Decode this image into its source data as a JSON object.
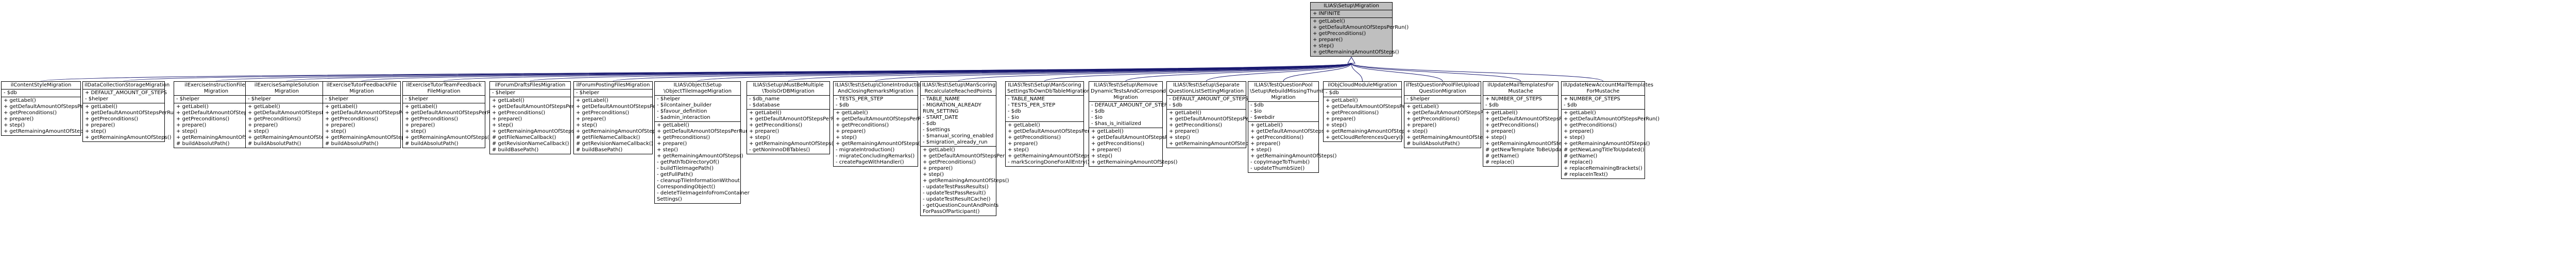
{
  "root": {
    "title": "ILIAS\\Setup\\Migration",
    "attrs": [
      "+ INFINITE"
    ],
    "methods": [
      "+ getLabel()",
      "+ getDefaultAmountOfStepsPerRun()",
      "+ getPreconditions()",
      "+ prepare()",
      "+ step()",
      "+ getRemainingAmountOfSteps()"
    ]
  },
  "classes": [
    {
      "title": "ilContentStyleMigration",
      "attrs": [
        "- $db"
      ],
      "methods": [
        "+ getLabel()",
        "+ getDefaultAmountOfStepsPerRun()",
        "+ getPreconditions()",
        "+ prepare()",
        "+ step()",
        "+ getRemainingAmountOfSteps()"
      ]
    },
    {
      "title": "ilDataCollectionStorageMigration",
      "attrs": [
        "+ DEFAULT_AMOUNT_OF_STEPS",
        "- $helper"
      ],
      "methods": [
        "+ getLabel()",
        "+ getDefaultAmountOfStepsPerRun()",
        "+ getPreconditions()",
        "+ prepare()",
        "+ step()",
        "+ getRemainingAmountOfSteps()"
      ]
    },
    {
      "title": "ilExerciseInstructionFiles\nMigration",
      "attrs": [
        "- $helper"
      ],
      "methods": [
        "+ getLabel()",
        "+ getDefaultAmountOfStepsPerRun()",
        "+ getPreconditions()",
        "+ prepare()",
        "+ step()",
        "+ getRemainingAmountOfSteps()",
        "# buildAbsolutPath()"
      ]
    },
    {
      "title": "ilExerciseSampleSolution\nMigration",
      "attrs": [
        "- $helper"
      ],
      "methods": [
        "+ getLabel()",
        "+ getDefaultAmountOfStepsPerRun()",
        "+ getPreconditions()",
        "+ prepare()",
        "+ step()",
        "+ getRemainingAmountOfSteps()",
        "# buildAbsolutPath()"
      ]
    },
    {
      "title": "ilExerciseTutorFeedbackFile\nMigration",
      "attrs": [
        "- $helper"
      ],
      "methods": [
        "+ getLabel()",
        "+ getDefaultAmountOfStepsPerRun()",
        "+ getPreconditions()",
        "+ prepare()",
        "+ step()",
        "+ getRemainingAmountOfSteps()",
        "# buildAbsolutPath()"
      ]
    },
    {
      "title": "ilExerciseTutorTeamFeedback\nFileMigration",
      "attrs": [
        "- $helper"
      ],
      "methods": [
        "+ getLabel()",
        "+ getDefaultAmountOfStepsPerRun()",
        "+ getPreconditions()",
        "+ prepare()",
        "+ step()",
        "+ getRemainingAmountOfSteps()",
        "# buildAbsolutPath()"
      ]
    },
    {
      "title": "ilForumDraftsFilesMigration",
      "attrs": [
        "- $helper"
      ],
      "methods": [
        "+ getLabel()",
        "+ getDefaultAmountOfStepsPerRun()",
        "+ getPreconditions()",
        "+ prepare()",
        "+ step()",
        "+ getRemainingAmountOfSteps()",
        "# getFileNameCallback()",
        "# getRevisionNameCallback()",
        "# buildBasePath()"
      ]
    },
    {
      "title": "ilForumPostingFilesMigration",
      "attrs": [
        "- $helper"
      ],
      "methods": [
        "+ getLabel()",
        "+ getDefaultAmountOfStepsPerRun()",
        "+ getPreconditions()",
        "+ prepare()",
        "+ step()",
        "+ getRemainingAmountOfSteps()",
        "# getFileNameCallback()",
        "# getRevisionNameCallback()",
        "# buildBasePath()"
      ]
    },
    {
      "title": "ILIAS\\Object\\Setup\n\\ObjectTileImageMigration",
      "attrs": [
        "- $helper",
        "- $ilcontainer_builder",
        "- $favour_definition",
        "- $admin_interaction"
      ],
      "methods": [
        "+ getLabel()",
        "+ getDefaultAmountOfStepsPerRun()",
        "+ getPreconditions()",
        "+ prepare()",
        "+ step()",
        "+ getRemainingAmountOfSteps()",
        "- getPathToDirectoryOf()",
        "- buildTileImagePath()",
        "- getFullPath()",
        "- cleanupTileInformationWithout",
        "  CorrespondingObject()",
        "- deleteTileImageInfoFromContainer",
        "  Settings()"
      ]
    },
    {
      "title": "ILIAS\\Setup\\MustBeMultiple\n\\ToolsOrDBMigration",
      "attrs": [
        "- $db_name",
        "- $database"
      ],
      "methods": [
        "+ getLabel()",
        "+ getDefaultAmountOfStepsPerRun()",
        "+ getPreconditions()",
        "+ prepare()",
        "+ step()",
        "+ getRemainingAmountOfSteps()",
        "- getNonInnoDBTables()"
      ]
    },
    {
      "title": "ILIAS\\Test\\Setup\\CloneIntroduction\nAndClosingRemarksMigration",
      "attrs": [
        "- TESTS_PER_STEP",
        "- $db"
      ],
      "methods": [
        "+ getLabel()",
        "+ getDefaultAmountOfStepsPerRun()",
        "+ getPreconditions()",
        "+ prepare()",
        "+ step()",
        "+ getRemainingAmountOfSteps()",
        "- migrateIntroduction()",
        "- migrateConcludingRemarks()",
        "- createPageWithHandler()"
      ]
    },
    {
      "title": "ILIAS\\Test\\Setup\\ManScoring\nRecalculateReachedPoints",
      "attrs": [
        "- TABLE_NAME",
        "- MIGRATION_ALREADY",
        "  RUN_SETTING",
        "- START_DATE",
        "- $db",
        "- $settings",
        "- $manual_scoring_enabled",
        "- $migration_already_run"
      ],
      "methods": [
        "+ getLabel()",
        "+ getDefaultAmountOfStepsPerRun()",
        "+ getPreconditions()",
        "+ prepare()",
        "+ step()",
        "+ getRemainingAmountOfSteps()",
        "- updateTestPassResults()",
        "- updateTestPassResult()",
        "- updateTestResultCache()",
        "- getQuestionCountAndPoints",
        "  ForPassOfParticipant()"
      ]
    },
    {
      "title": "ILIAS\\Test\\Setup\\ManScoring\nSettingsToOwnDbTableMigration",
      "attrs": [
        "- TABLE_NAME",
        "- TESTS_PER_STEP",
        "- $db",
        "- $io"
      ],
      "methods": [
        "+ getLabel()",
        "+ getDefaultAmountOfStepsPerRun()",
        "+ getPreconditions()",
        "+ prepare()",
        "+ step()",
        "+ getRemainingAmountOfSteps()",
        "- markScoringDoneForAllEntry()"
      ]
    },
    {
      "title": "ILIAS\\Test\\Setup\\Remove\nDynamicTestsAndCorrespondingData\nMigration",
      "attrs": [
        "- DEFAULT_AMOUNT_OF_STEPS",
        "- $db",
        "- $io",
        "- $has_is_initialized"
      ],
      "methods": [
        "+ getLabel()",
        "+ getDefaultAmountOfStepsPerRun()",
        "+ getPreconditions()",
        "+ prepare()",
        "+ step()",
        "+ getRemainingAmountOfSteps()"
      ]
    },
    {
      "title": "ILIAS\\Test\\Setup\\Separate\nQuestionListSettingMigration",
      "attrs": [
        "- DEFAULT_AMOUNT_OF_STEPS",
        "- $db"
      ],
      "methods": [
        "+ getLabel()",
        "+ getDefaultAmountOfStepsPerRun()",
        "+ getPreconditions()",
        "+ prepare()",
        "+ step()",
        "+ getRemainingAmountOfSteps()"
      ]
    },
    {
      "title": "ILIAS\\TestQuestionPool\n\\Setup\\RebuildMissingThumbnail\nMigration",
      "attrs": [
        "- $db",
        "- $io",
        "- $webdir"
      ],
      "methods": [
        "+ getLabel()",
        "+ getDefaultAmountOfStepsPerRun()",
        "+ getPreconditions()",
        "+ prepare()",
        "+ step()",
        "+ getRemainingAmountOfSteps()",
        "- copyImageToThumb()",
        "- updateThumbSize()"
      ]
    },
    {
      "title": "ilObjCloudModuleMigration",
      "attrs": [
        "- $db"
      ],
      "methods": [
        "+ getLabel()",
        "+ getDefaultAmountOfStepsPerRun()",
        "+ getPreconditions()",
        "+ prepare()",
        "+ step()",
        "+ getRemainingAmountOfSteps()",
        "+ getCloudReferencesQuery()"
      ]
    },
    {
      "title": "ilTestQuestionPoolFileUpload\nQuestionMigration",
      "attrs": [
        "- $helper"
      ],
      "methods": [
        "+ getLabel()",
        "+ getDefaultAmountOfStepsPerRun()",
        "+ getPreconditions()",
        "+ prepare()",
        "+ step()",
        "+ getRemainingAmountOfSteps()",
        "# buildAbsolutPath()"
      ]
    },
    {
      "title": "ilUpdateMailTemplatesFor\nMustache",
      "attrs": [
        "+ NUMBER_OF_STEPS",
        "- $db"
      ],
      "methods": [
        "+ getLabel()",
        "+ getDefaultAmountOfStepsPerRun()",
        "+ getPreconditions()",
        "+ prepare()",
        "+ step()",
        "+ getRemainingAmountOfSteps()",
        "# getNewTemplate ToBeUpdated()",
        "# getName()",
        "# replace()"
      ]
    },
    {
      "title": "ilUpdateNewAccountMailTemplates\nForMustache",
      "attrs": [
        "+ NUMBER_OF_STEPS",
        "- $db"
      ],
      "methods": [
        "+ getLabel()",
        "+ getDefaultAmountOfStepsPerRun()",
        "+ getPreconditions()",
        "+ prepare()",
        "+ step()",
        "+ getRemainingAmountOfSteps()",
        "# getNewLangTitleToUpdated()",
        "# getName()",
        "# replace()",
        "+ replaceRemainingBrackets()",
        "# replaceInText()"
      ]
    }
  ]
}
